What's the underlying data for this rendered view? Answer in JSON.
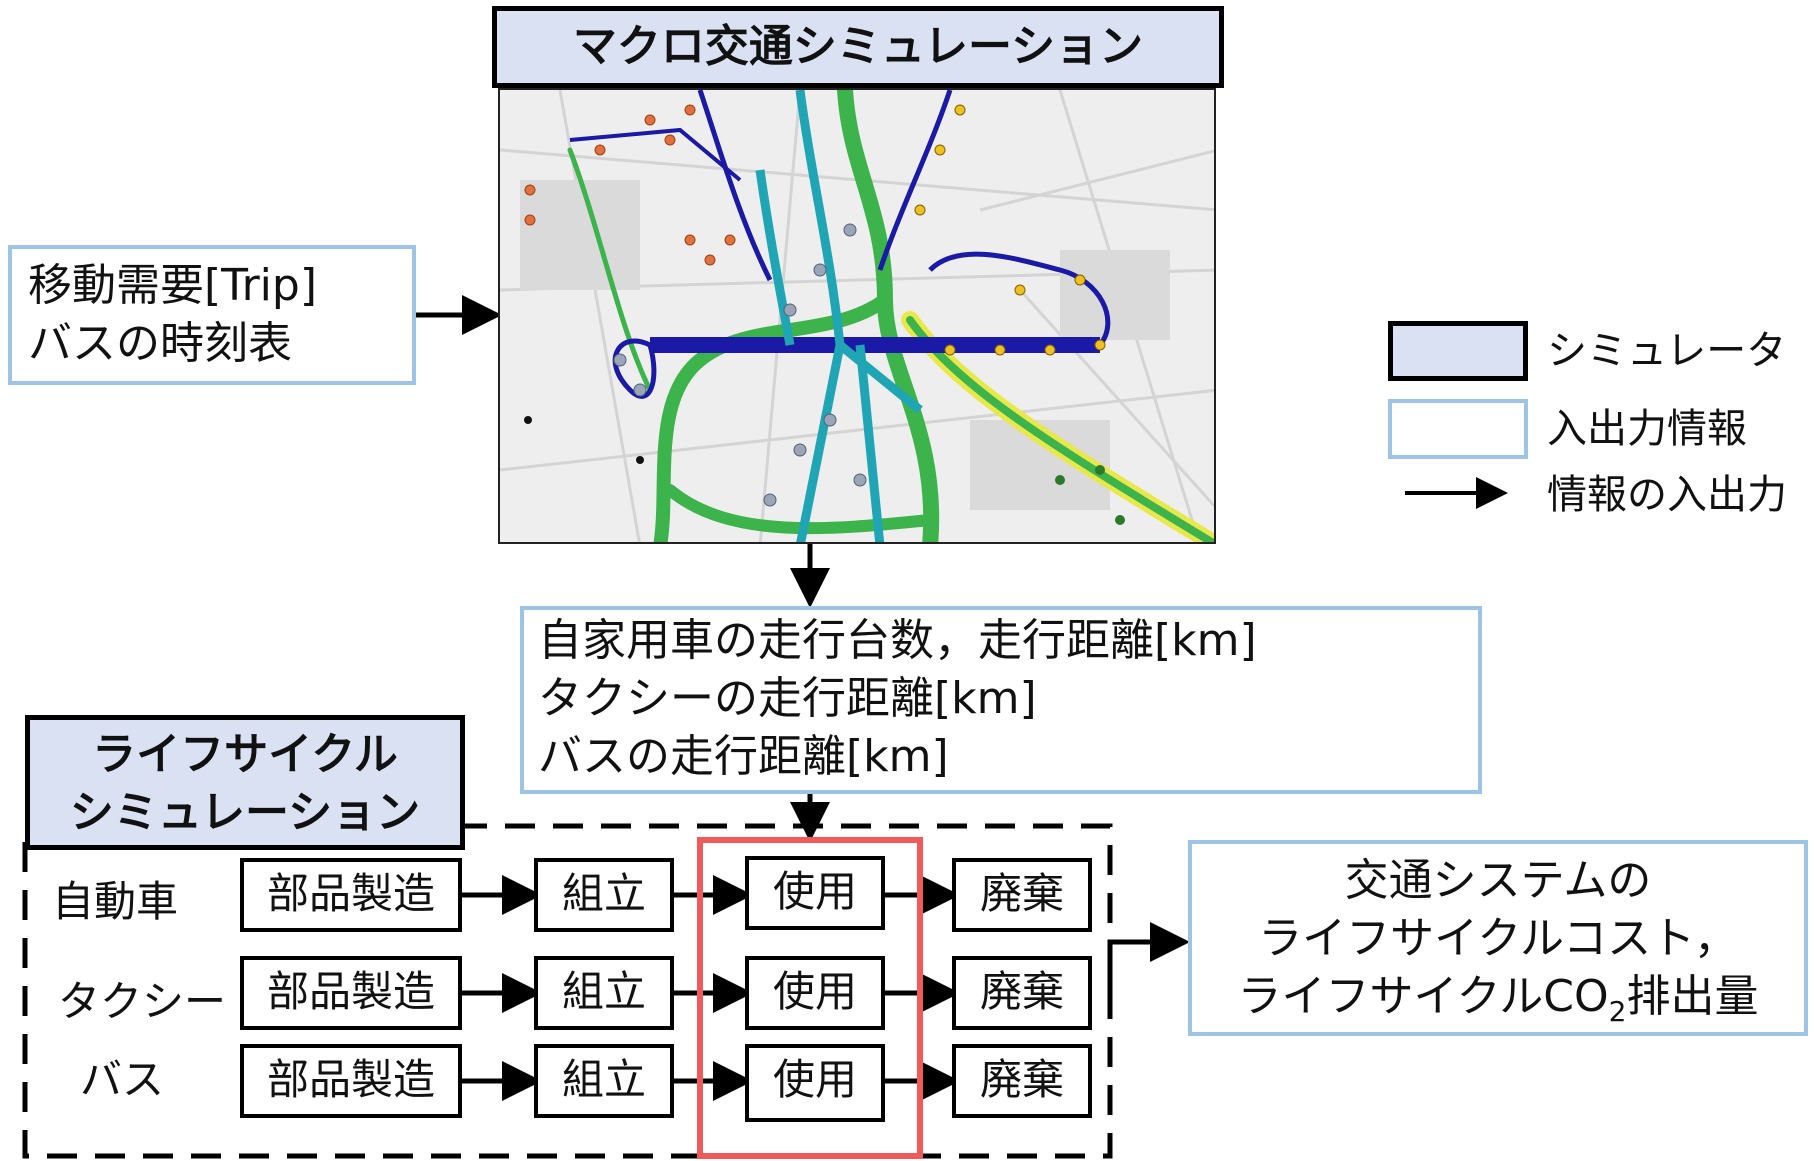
{
  "macro_sim": {
    "title": "マクロ交通シミュレーション"
  },
  "input_box": {
    "line1": "移動需要[Trip]",
    "line2": "バスの時刻表"
  },
  "legend": {
    "simulator": "シミュレータ",
    "io_info": "入出力情報",
    "arrow": "情報の入出力",
    "simulator_color": "#d9e1f2",
    "io_color": "#9dc3e6"
  },
  "output_box": {
    "line1": "自家用車の走行台数，走行距離[km]",
    "line2": "タクシーの走行距離[km]",
    "line3": "バスの走行距離[km]"
  },
  "lifecycle_sim": {
    "title_line1": "ライフサイクル",
    "title_line2": "シミュレーション"
  },
  "rows": [
    {
      "label": "自動車",
      "steps": [
        "部品製造",
        "組立",
        "使用",
        "廃棄"
      ]
    },
    {
      "label": "タクシー",
      "steps": [
        "部品製造",
        "組立",
        "使用",
        "廃棄"
      ]
    },
    {
      "label": "バス",
      "steps": [
        "部品製造",
        "組立",
        "使用",
        "廃棄"
      ]
    }
  ],
  "result_box": {
    "line1": "交通システムの",
    "line2": "ライフサイクルコスト，",
    "line3_pre": "ライフサイクルCO",
    "line3_sub": "2",
    "line3_post": "排出量"
  },
  "colors": {
    "highlight": "#f05a5a",
    "route_green": "#3cb44b",
    "route_blue": "#1a1aa6",
    "route_cyan": "#20a5b5",
    "route_yellow": "#e8e84a"
  }
}
